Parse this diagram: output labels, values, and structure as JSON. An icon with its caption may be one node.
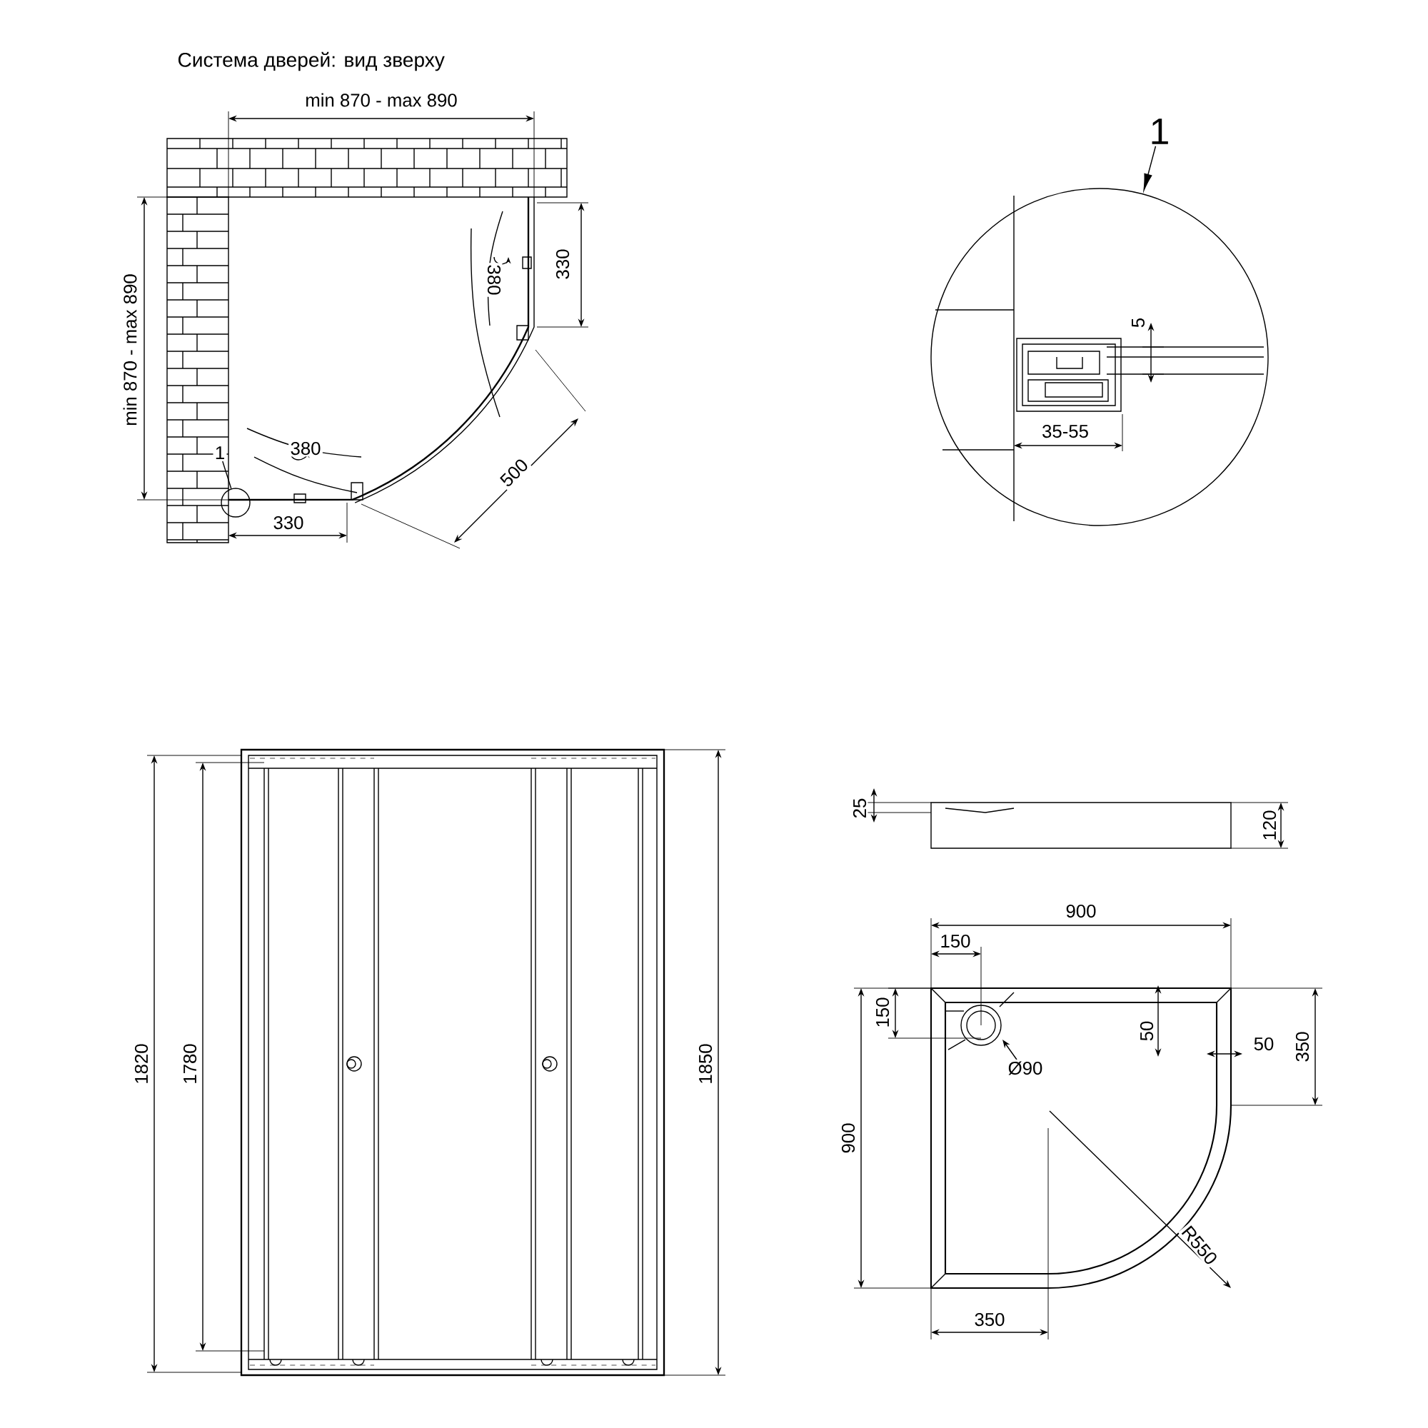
{
  "diagram": {
    "title": "Система дверей: вид зверху",
    "nodes": [
      {
        "text": [
          "1"
        ]
      },
      {
        "text": [],
        "shape": "circle"
      },
      {
        "text": [
          "1"
        ]
      },
      {
        "text": [],
        "shape": "circle"
      }
    ],
    "edges": [
      {
        "from": 0,
        "to": 1,
        "arrow": "none"
      },
      {
        "from": 2,
        "to": 3,
        "arrow": "to"
      }
    ],
    "labels": [
      "min 870 - max 890",
      "330",
      "380",
      "min 870 - max 890",
      "380",
      "500",
      "330",
      "5",
      "35-55",
      "1820",
      "1780",
      "1850",
      "25",
      "120",
      "900",
      "150",
      "150",
      "50",
      "50",
      "350",
      "900",
      "Ø90",
      "R550",
      "350"
    ]
  }
}
